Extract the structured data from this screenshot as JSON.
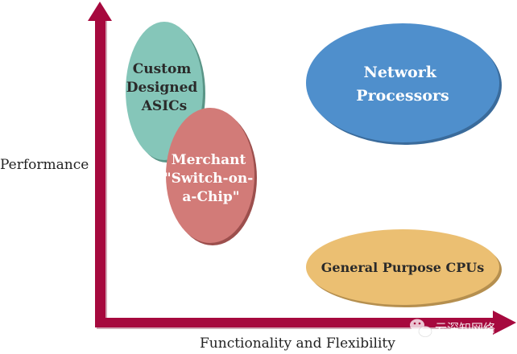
{
  "diagram": {
    "y_axis": {
      "label": "Performance",
      "color": "#a6093e"
    },
    "x_axis": {
      "label": "Functionality and Flexibility",
      "color": "#a6093e"
    },
    "nodes": [
      {
        "id": "custom-asics",
        "lines": [
          "Custom",
          "Designed",
          "ASICs"
        ],
        "fill": "#85c6b9",
        "shade": "#5a9587",
        "text_color": "#2a2a2a"
      },
      {
        "id": "merchant-soc",
        "lines": [
          "Merchant",
          "\"Switch-on-",
          "a-Chip\""
        ],
        "fill": "#d27b78",
        "shade": "#9c4f4d",
        "text_color": "#ffffff"
      },
      {
        "id": "network-processors",
        "lines": [
          "Network",
          "Processors"
        ],
        "fill": "#4f8fcc",
        "shade": "#3a6b9b",
        "text_color": "#ffffff"
      },
      {
        "id": "general-cpus",
        "lines": [
          "General Purpose CPUs"
        ],
        "fill": "#ebbf72",
        "shade": "#b58f4f",
        "text_color": "#2a2a2a"
      }
    ]
  },
  "watermark": {
    "icon": "wechat-icon",
    "text": "云深知网络"
  }
}
